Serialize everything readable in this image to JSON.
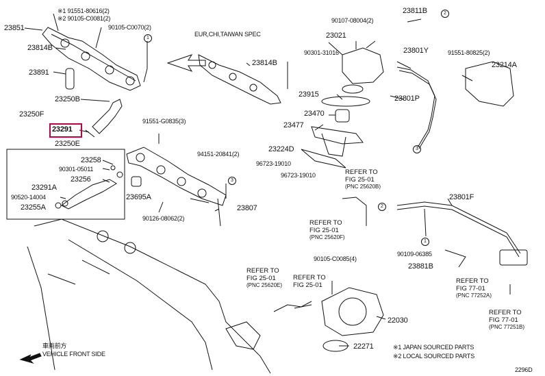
{
  "labels": {
    "n23851": "23851",
    "n23814B_l": "23814B",
    "n23891": "23891",
    "n91551_80616": "※1 91551-80616(2)",
    "n90105_C0081": "※2 90105-C0081(2)",
    "n90105_C0070": "90105-C0070(2)",
    "eu_spec": "EUR,CHI,TAIWAN SPEC",
    "n23814B_r": "23814B",
    "n23250B": "23250B",
    "n23250F": "23250F",
    "n23291": "23291",
    "n23250E": "23250E",
    "n91551_G0835": "91551-G0835(3)",
    "n94151_20841": "94151-20841(2)",
    "n23258": "23258",
    "n90301_05011": "90301-05011",
    "n23256": "23256",
    "n23291A": "23291A",
    "n90520_14004": "90520-14004",
    "n23255A": "23255A",
    "n23695A": "23695A",
    "n90126_08062": "90126-08062(2)",
    "n23807": "23807",
    "n90107_08004": "90107-08004(2)",
    "n23811B": "23811B",
    "n23021": "23021",
    "n90301_31016": "90301-31016",
    "n23801Y": "23801Y",
    "n91551_80825": "91551-80825(2)",
    "n23214A": "23214A",
    "n23915": "23915",
    "n23801P": "23801P",
    "n23470": "23470",
    "n23477": "23477",
    "n23224D": "23224D",
    "n96723_19010a": "96723-19010",
    "n96723_19010b": "96723-19010",
    "n23801F": "23801F",
    "n90109_06385": "90109-06385",
    "n23881B": "23881B",
    "n90105_C0085": "90105-C0085(4)",
    "n22030": "22030",
    "n22271": "22271",
    "vehicle_cn": "車両前方",
    "vehicle_front": "VEHICLE FRONT SIDE",
    "note1": "※1 JAPAN SOURCED PARTS",
    "note2": "※2 LOCAL SOURCED PARTS",
    "code": "2296D"
  },
  "refs": {
    "r1": {
      "l1": "REFER TO",
      "l2": "FIG 25-01",
      "l3": "(PNC 25620B)"
    },
    "r2": {
      "l1": "REFER TO",
      "l2": "FIG 25-01",
      "l3": "(PNC 25620F)"
    },
    "r3": {
      "l1": "REFER TO",
      "l2": "FIG 25-01",
      "l3": "(PNC 25620E)"
    },
    "r4": {
      "l1": "REFER TO",
      "l2": "FIG 25-01",
      "l3": ""
    },
    "r5": {
      "l1": "REFER TO",
      "l2": "FIG 77-01",
      "l3": "(PNC 77252A)"
    },
    "r6": {
      "l1": "REFER TO",
      "l2": "FIG 77-01",
      "l3": "(PNC 77251B)"
    }
  },
  "callouts": {
    "c1": "1",
    "c2": "2",
    "c3": "3"
  },
  "colors": {
    "highlight": "#c2003c",
    "ink": "#111111"
  }
}
